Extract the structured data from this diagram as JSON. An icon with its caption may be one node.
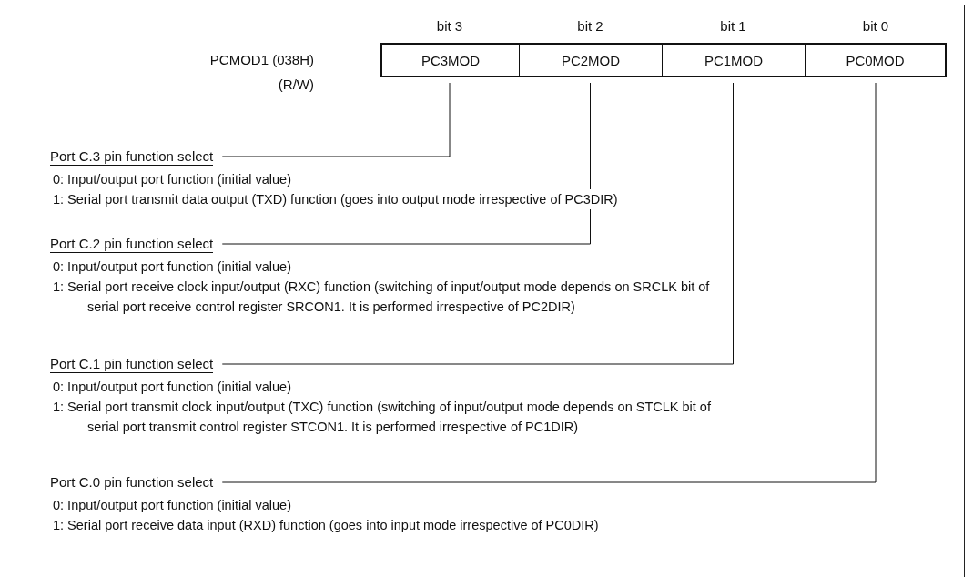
{
  "diagram": {
    "nodes": [
      {
        "text": [
          "PC3MOD"
        ],
        "beside": [
          "bit 3"
        ]
      },
      {
        "text": [
          "PC2MOD"
        ],
        "beside": [
          "bit 2"
        ]
      },
      {
        "text": [
          "PC1MOD"
        ],
        "beside": [
          "bit 1"
        ]
      },
      {
        "text": [
          "PC0MOD"
        ],
        "beside": [
          "bit 0"
        ]
      },
      {
        "text": [
          "Port C.3 pin function select"
        ]
      },
      {
        "text": [
          "Port C.2 pin function select"
        ]
      },
      {
        "text": [
          "Port C.1 pin function select"
        ]
      },
      {
        "text": [
          "Port C.0 pin function select"
        ]
      }
    ],
    "edges": [
      {
        "from": 4,
        "to": 0,
        "arrow": "none"
      },
      {
        "from": 5,
        "to": 1,
        "arrow": "none"
      },
      {
        "from": 6,
        "to": 2,
        "arrow": "none"
      },
      {
        "from": 7,
        "to": 3,
        "arrow": "none"
      }
    ],
    "labels": [
      "PCMOD1 (038H)",
      "(R/W)",
      "0: Input/output port function (initial value)",
      "1: Serial port transmit data output (TXD) function (goes into output mode irrespective of PC3DIR)",
      "0: Input/output port function (initial value)",
      "1: Serial port receive clock input/output (RXC) function (switching of input/output mode depends on SRCLK bit of serial port receive control register SRCON1. It is performed irrespective of PC2DIR)",
      "0: Input/output port function (initial value)",
      "1: Serial port transmit clock input/output (TXC) function (switching of input/output mode depends on STCLK bit of serial port transmit control register STCON1. It is performed irrespective of PC1DIR)",
      "0: Input/output port function (initial value)",
      "1: Serial port receive data input (RXD) function (goes into input mode irrespective of PC0DIR)"
    ]
  }
}
